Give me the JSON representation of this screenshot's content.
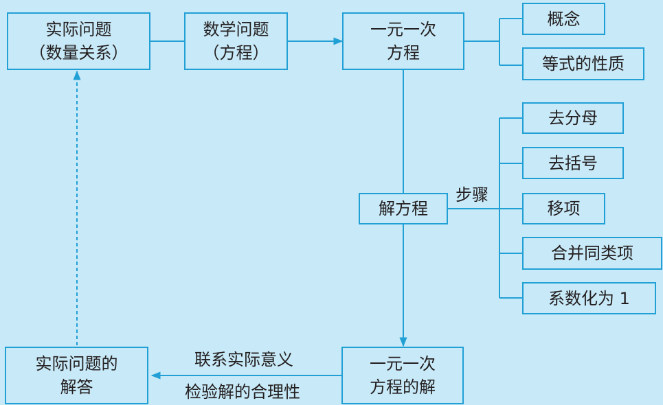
{
  "nodes": {
    "real_problem": {
      "line1": "实际问题",
      "line2": "（数量关系）"
    },
    "math_problem": {
      "line1": "数学问题",
      "line2": "（方程）"
    },
    "linear_eq": {
      "line1": "一元一次",
      "line2": "方程"
    },
    "concept": "概念",
    "equality_props": "等式的性质",
    "solve_eq": "解方程",
    "step_denominator": "去分母",
    "step_brackets": "去括号",
    "step_transpose": "移项",
    "step_combine": "合并同类项",
    "step_coefficient": "系数化为 1",
    "eq_solution": {
      "line1": "一元一次",
      "line2": "方程的解"
    },
    "real_answer": {
      "line1": "实际问题的",
      "line2": "解答"
    }
  },
  "edge_labels": {
    "steps": "步骤",
    "connect_meaning": "联系实际意义",
    "check_reasonable": "检验解的合理性"
  }
}
